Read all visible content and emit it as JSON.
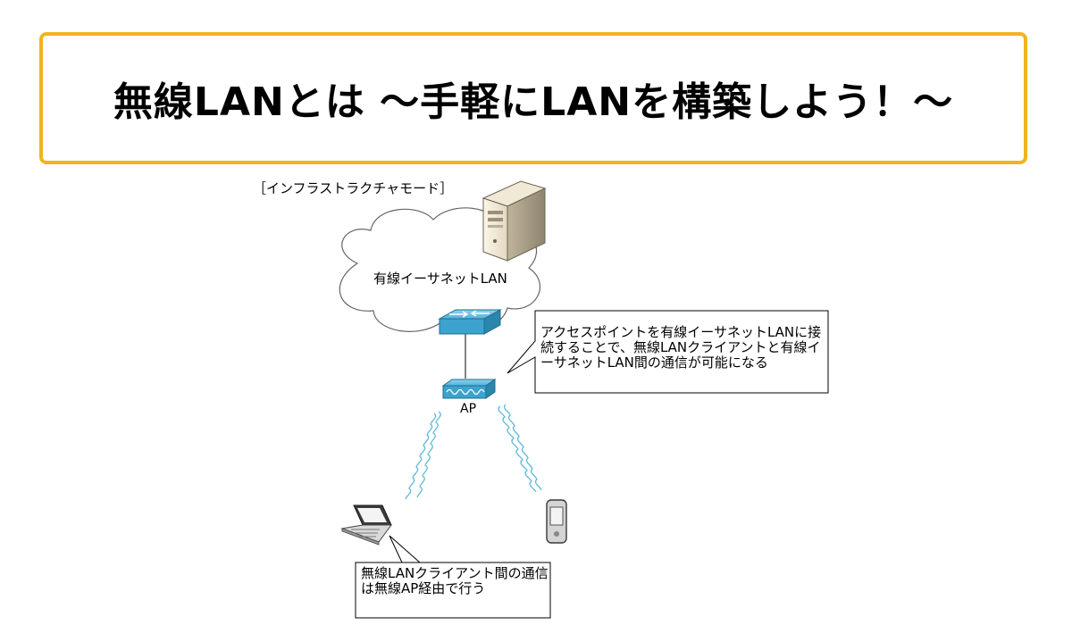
{
  "title": "無線LANとは ～手軽にLANを構築しよう！～",
  "diagram": {
    "mode_label": "［インフラストラクチャモード］",
    "cloud_label": "有線イーサネットLAN",
    "ap_label": "AP",
    "callout_top": "アクセスポイントを有線イーサネットLANに接続することで、無線LANクライアントと有線イーサネットLAN間の通信が可能になる",
    "callout_bottom": "無線LANクライアント間の通信は無線AP経由で行う",
    "icons": [
      "server-icon",
      "cloud-icon",
      "switch-icon",
      "access-point-icon",
      "laptop-icon",
      "pda-icon",
      "wireless-signal-icon"
    ],
    "colors": {
      "title_border": "#f0b41e",
      "device_blue": "#3ca3cf",
      "signal": "#6fc3e0",
      "stroke": "#555555"
    }
  }
}
